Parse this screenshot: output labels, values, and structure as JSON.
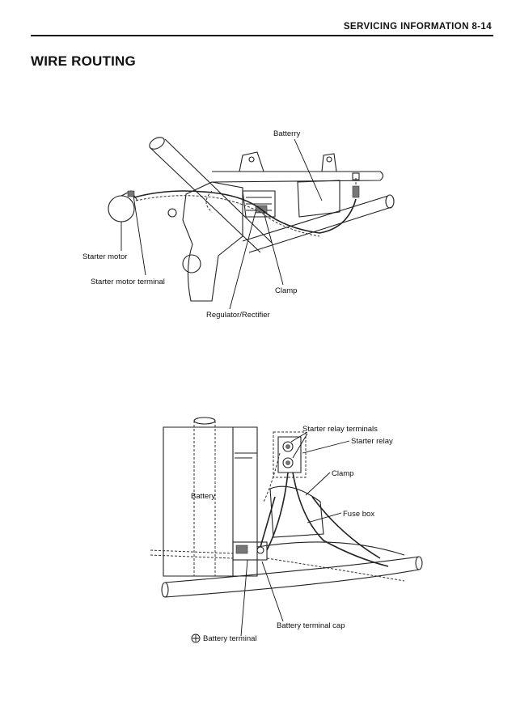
{
  "header": {
    "text": "SERVICING INFORMATION 8-14"
  },
  "section": {
    "title": "WIRE ROUTING"
  },
  "figure1": {
    "labels": {
      "battery": "Batterry",
      "starter_motor": "Starter motor",
      "starter_motor_terminal": "Starter motor terminal",
      "clamp": "Clamp",
      "regulator": "Regulator/Rectifier"
    }
  },
  "figure2": {
    "labels": {
      "relay_terminals": "Starter relay terminals",
      "starter_relay": "Starter relay",
      "clamp": "Clamp",
      "battery": "Battery",
      "fuse_box": "Fuse box",
      "terminal_cap": "Battery terminal cap",
      "battery_terminal": "Battery terminal"
    }
  }
}
